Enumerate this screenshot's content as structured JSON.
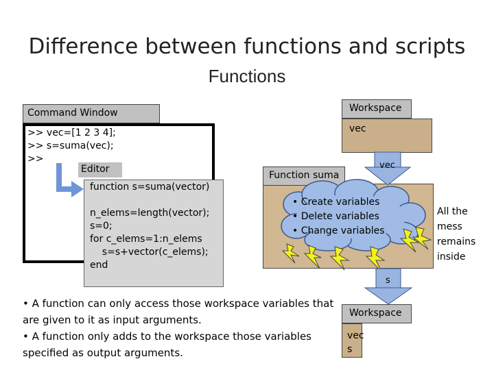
{
  "title": "Difference between functions and scripts",
  "subtitle": "Functions",
  "command_window": {
    "label": "Command Window",
    "lines": [
      ">> vec=[1 2 3 4];",
      ">> s=suma(vec);",
      ">>"
    ]
  },
  "editor": {
    "label": "Editor",
    "lines": [
      "function s=suma(vector)",
      "",
      "n_elems=length(vector);",
      "s=0;",
      "for c_elems=1:n_elems",
      "    s=s+vector(c_elems);",
      "end"
    ]
  },
  "workspace_top": {
    "label": "Workspace",
    "vars": [
      "vec"
    ]
  },
  "function_box": {
    "label": "Function suma"
  },
  "arrow_in_label": "vec",
  "cloud_bullets": [
    "• Create variables",
    "• Delete variables",
    "• Change variables"
  ],
  "side_note": [
    "All the",
    "mess",
    "remains",
    "inside"
  ],
  "arrow_out_label": "s",
  "workspace_bottom": {
    "label": "Workspace",
    "vars": [
      "vec",
      "s"
    ]
  },
  "bullets": [
    "• A function can only access those workspace variables that are given to it as input arguments.",
    "• A function only adds to the workspace those variables specified as output arguments."
  ],
  "colors": {
    "panel_gray": "#c0c0c0",
    "tan": "#c9b08a",
    "cloud": "#a0bce6",
    "arrow": "#9ab4e2",
    "bolt": "#f2f21c"
  }
}
